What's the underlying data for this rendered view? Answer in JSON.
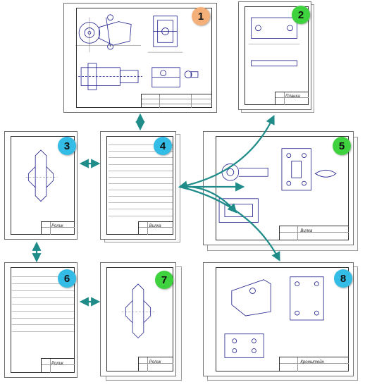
{
  "colors": {
    "arrow": "#1f8c8a",
    "badge_orange": "#f5b07a",
    "badge_green": "#3fd23f",
    "badge_blue": "#33bde6"
  },
  "sheets": [
    {
      "number": "1",
      "title": "",
      "badge_color": "#f5b07a"
    },
    {
      "number": "2",
      "title": "Планка",
      "badge_color": "#3fd23f"
    },
    {
      "number": "3",
      "title": "Ролик",
      "badge_color": "#33bde6"
    },
    {
      "number": "4",
      "title": "Вилка",
      "badge_color": "#33bde6"
    },
    {
      "number": "5",
      "title": "Вилка",
      "badge_color": "#3fd23f"
    },
    {
      "number": "6",
      "title": "Ролик",
      "badge_color": "#33bde6"
    },
    {
      "number": "7",
      "title": "Ролик",
      "badge_color": "#3fd23f"
    },
    {
      "number": "8",
      "title": "Кронштейн",
      "badge_color": "#33bde6"
    }
  ],
  "icons": {
    "connector": "double-headed-arrow"
  }
}
